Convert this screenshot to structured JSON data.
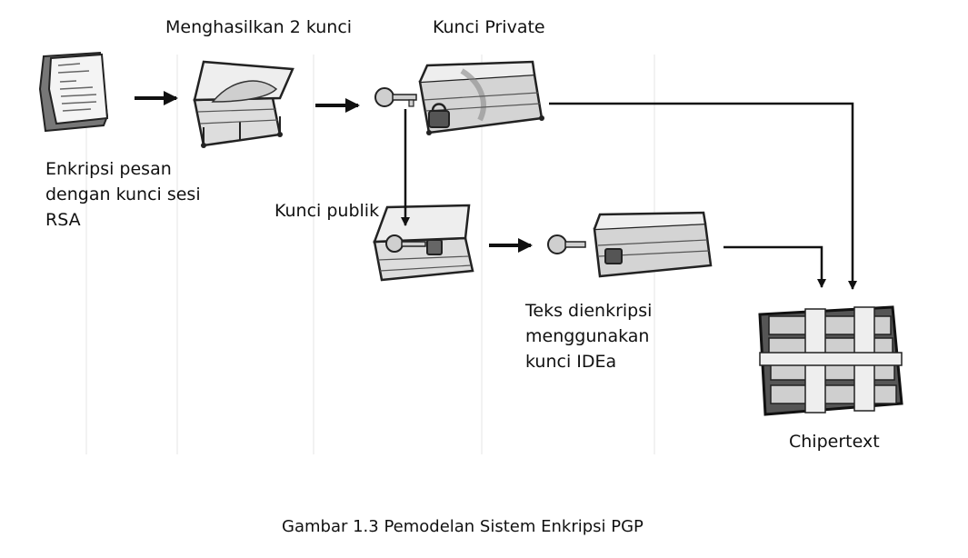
{
  "labels": {
    "generate_keys": "Menghasilkan 2 kunci",
    "private_key": "Kunci Private",
    "public_key": "Kunci publik",
    "encrypt_message": [
      "Enkripsi pesan",
      "dengan kunci sesi",
      "RSA"
    ],
    "encrypted_text": [
      "Teks dienkripsi",
      "menggunakan",
      "kunci IDEa"
    ],
    "ciphertext": "Chipertext"
  },
  "caption": "Gambar 1.3 Pemodelan Sistem Enkripsi PGP",
  "icons": {
    "document": "document-icon",
    "open_chest": "open-chest-icon",
    "locked_chest": "locked-chest-icon",
    "key": "key-icon",
    "padlock": "padlock-icon",
    "bundle": "ciphertext-bundle-icon"
  }
}
